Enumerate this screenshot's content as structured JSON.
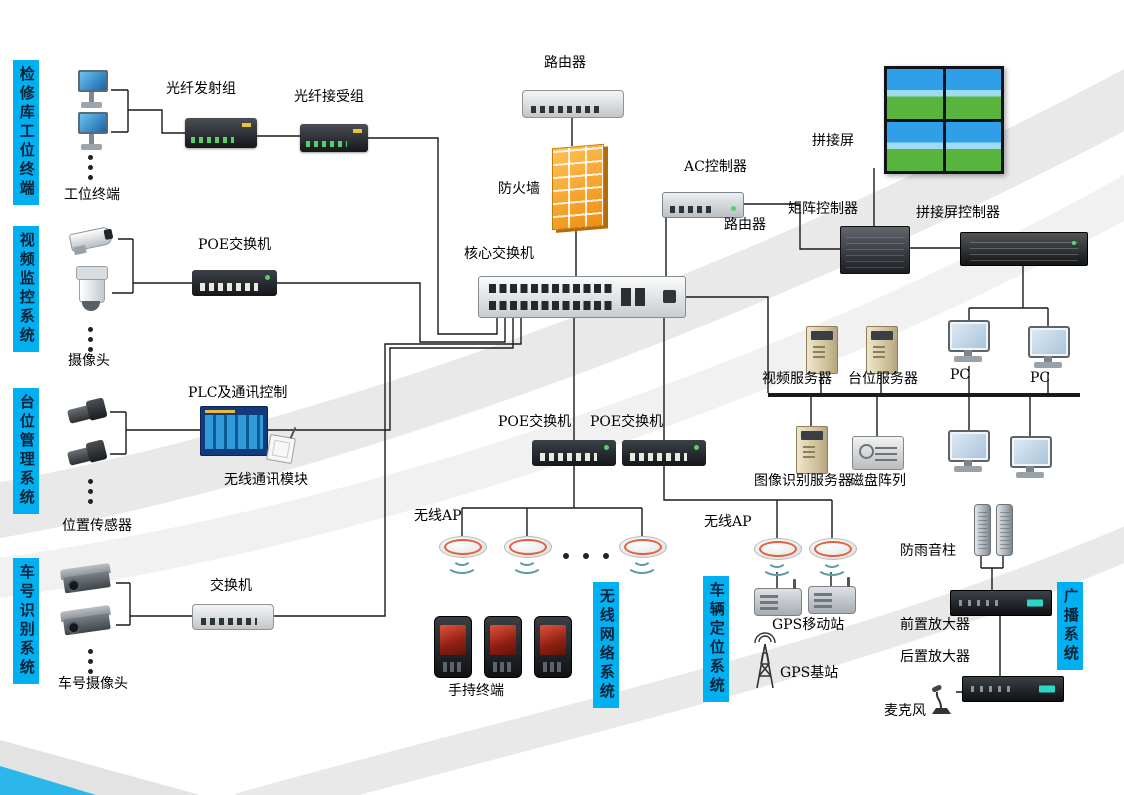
{
  "sections": {
    "workshop_terminal": "检修库工位终端",
    "video_monitor": "视频监控系统",
    "station_mgmt": "台位管理系统",
    "car_id": "车号识别系统",
    "wireless_net": "无线网络系统",
    "vehicle_pos": "车辆定位系统",
    "broadcast": "广播系统"
  },
  "labels": {
    "terminal": "工位终端",
    "fiber_tx": "光纤发射组",
    "fiber_rx": "光纤接受组",
    "router": "路由器",
    "firewall": "防火墙",
    "core_switch": "核心交换机",
    "ac_controller": "AC控制器",
    "splice_screen": "拼接屏",
    "matrix_controller": "矩阵控制器",
    "splice_controller": "拼接屏控制器",
    "poe_switch": "POE交换机",
    "camera": "摄像头",
    "plc": "PLC及通讯控制",
    "wireless_module": "无线通讯模块",
    "position_sensor": "位置传感器",
    "switch": "交换机",
    "car_camera": "车号摄像头",
    "video_server": "视频服务器",
    "station_server": "台位服务器",
    "pc": "PC",
    "image_server": "图像识别服务器",
    "disk_array": "磁盘阵列",
    "wireless_ap": "无线AP",
    "handheld": "手持终端",
    "gps_mobile": "GPS移动站",
    "gps_base": "GPS基站",
    "rain_speaker": "防雨音柱",
    "pre_amp": "前置放大器",
    "post_amp": "后置放大器",
    "microphone": "麦克风"
  },
  "colors": {
    "section_bg": "#00b0f0",
    "firewall_orange": "#ef8f12",
    "line": "#1a1a1a",
    "accent_cyan": "#2bb7e9"
  }
}
